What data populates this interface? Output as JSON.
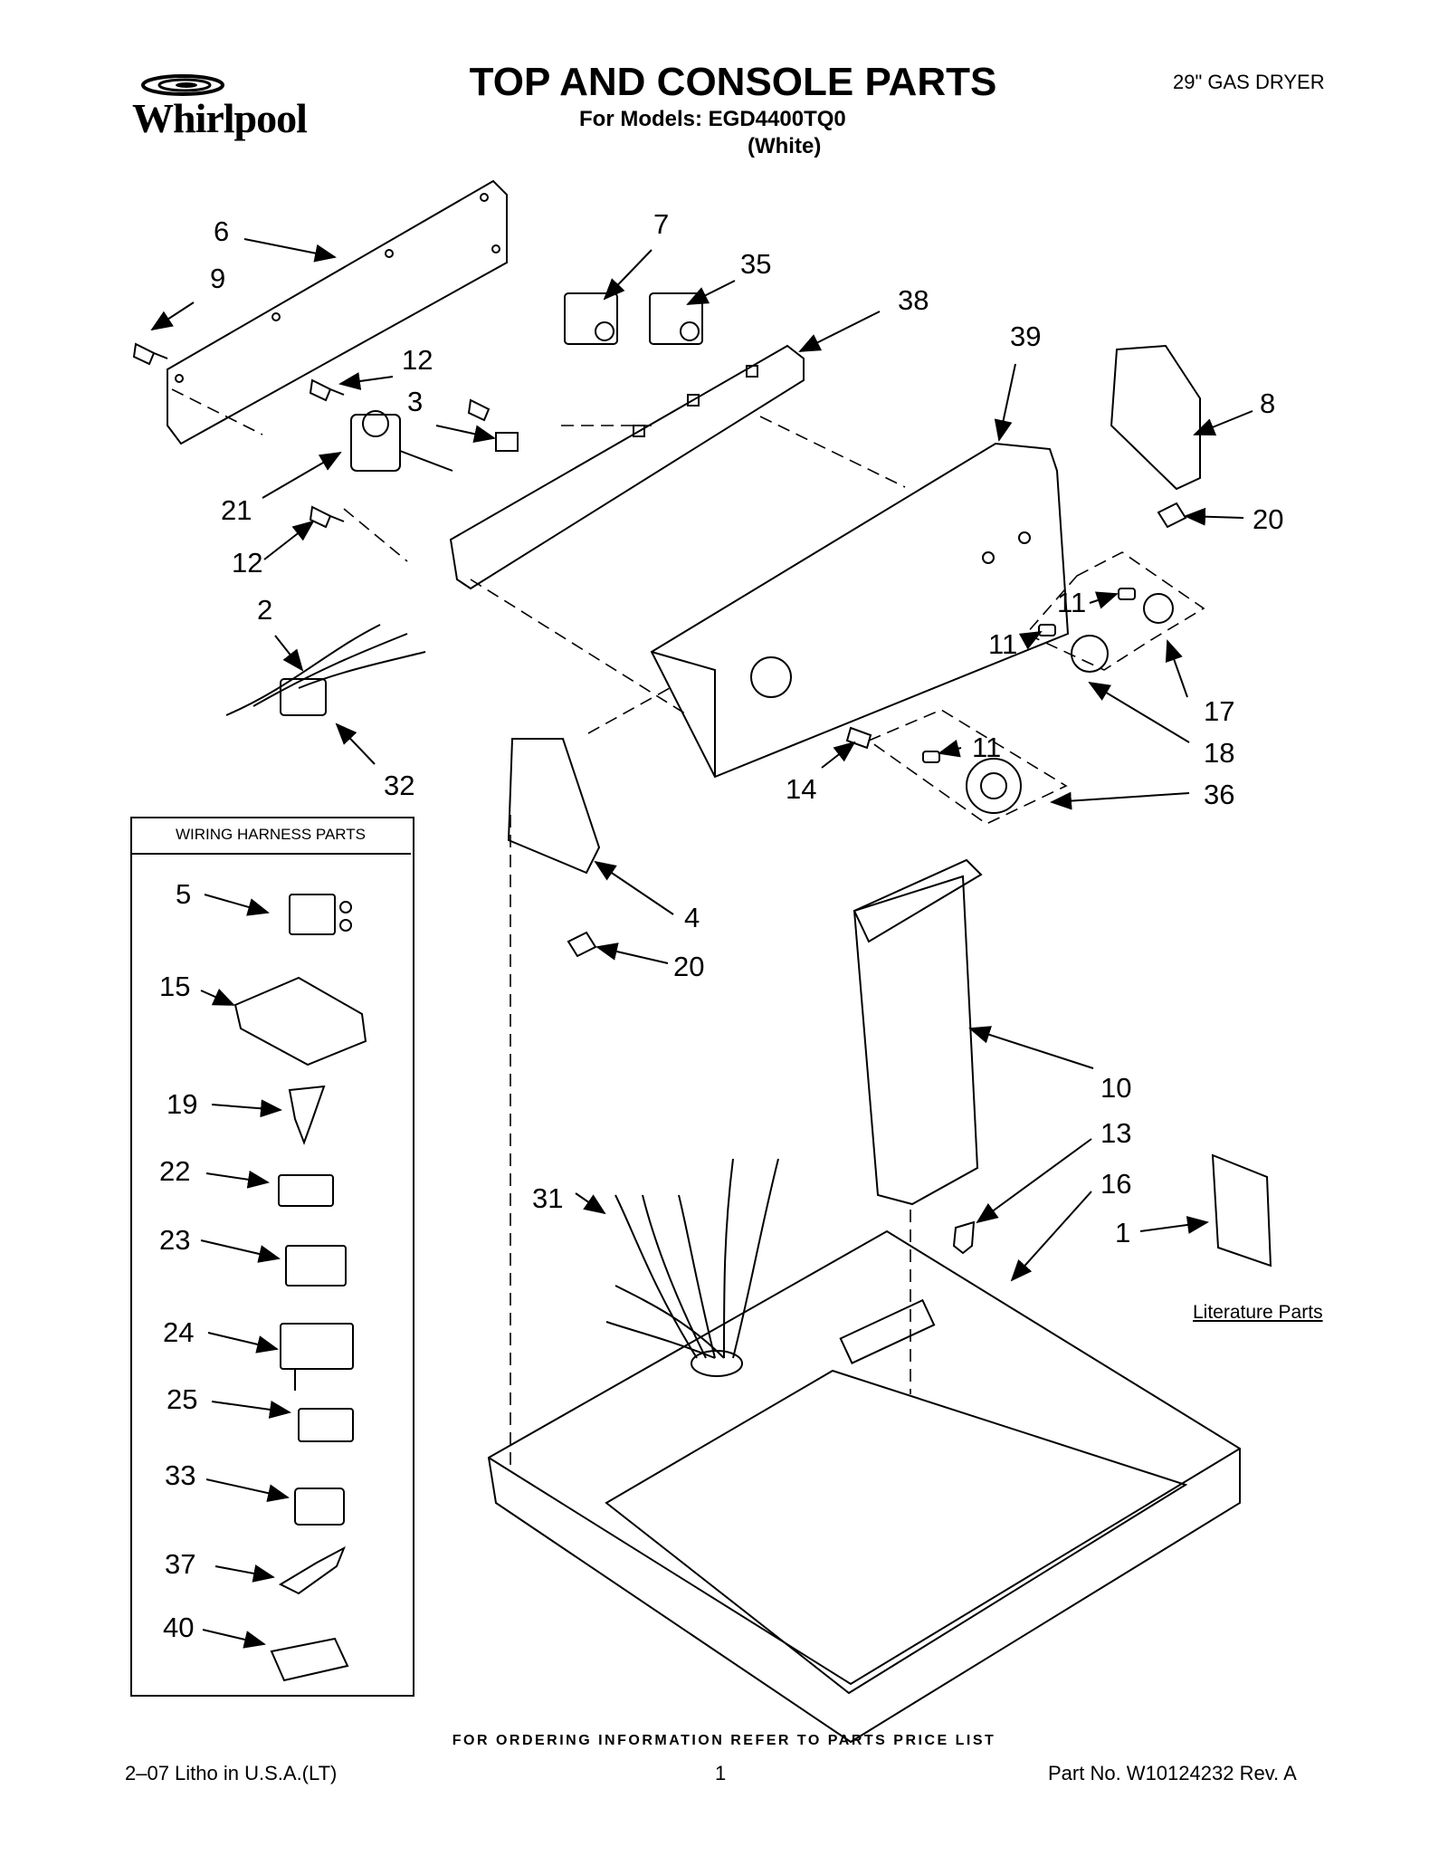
{
  "header": {
    "brand": "Whirlpool",
    "title": "TOP AND CONSOLE PARTS",
    "models_line": "For Models: EGD4400TQ0",
    "color_line": "(White)",
    "product_type": "29\" GAS DRYER"
  },
  "callouts": [
    "6",
    "9",
    "7",
    "35",
    "38",
    "39",
    "8",
    "12",
    "3",
    "21",
    "20",
    "12",
    "2",
    "11",
    "11",
    "17",
    "18",
    "14",
    "11",
    "36",
    "32",
    "4",
    "20",
    "10",
    "13",
    "16",
    "1",
    "31"
  ],
  "harness": {
    "title": "WIRING HARNESS PARTS",
    "items": [
      "5",
      "15",
      "19",
      "22",
      "23",
      "24",
      "25",
      "33",
      "37",
      "40"
    ]
  },
  "literature_label": "Literature Parts",
  "footer": {
    "ordering_note": "FOR ORDERING INFORMATION REFER TO PARTS PRICE LIST",
    "litho": "2–07 Litho in U.S.A.(LT)",
    "page": "1",
    "part_no": "Part No. W10124232 Rev. A"
  }
}
